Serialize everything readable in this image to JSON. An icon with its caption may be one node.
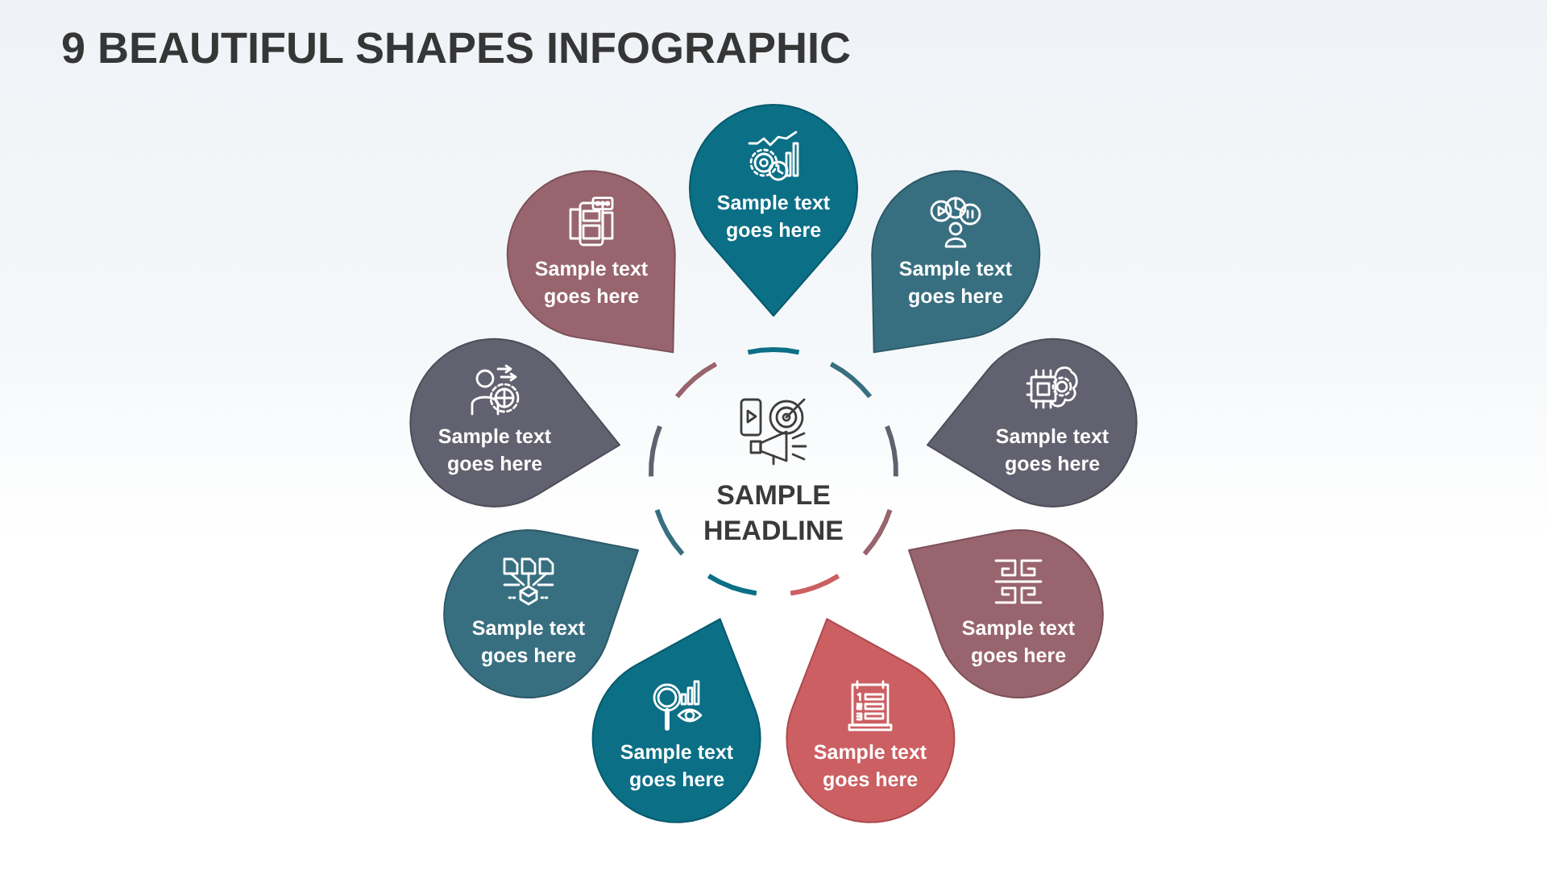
{
  "diagram": {
    "title": "9 BEAUTIFUL SHAPES INFOGRAPHIC",
    "nodes": [
      {
        "text": [
          "SAMPLE HEADLINE"
        ]
      },
      {
        "text": [
          "Sample text goes here"
        ]
      },
      {
        "text": [
          "Sample text goes here"
        ]
      },
      {
        "text": [
          "Sample text goes here"
        ]
      },
      {
        "text": [
          "Sample text goes here"
        ]
      },
      {
        "text": [
          "Sample text goes here"
        ]
      },
      {
        "text": [
          "Sample text goes here"
        ]
      },
      {
        "text": [
          "Sample text goes here"
        ]
      },
      {
        "text": [
          "Sample text goes here"
        ]
      },
      {
        "text": [
          "Sample text goes here"
        ]
      }
    ]
  }
}
